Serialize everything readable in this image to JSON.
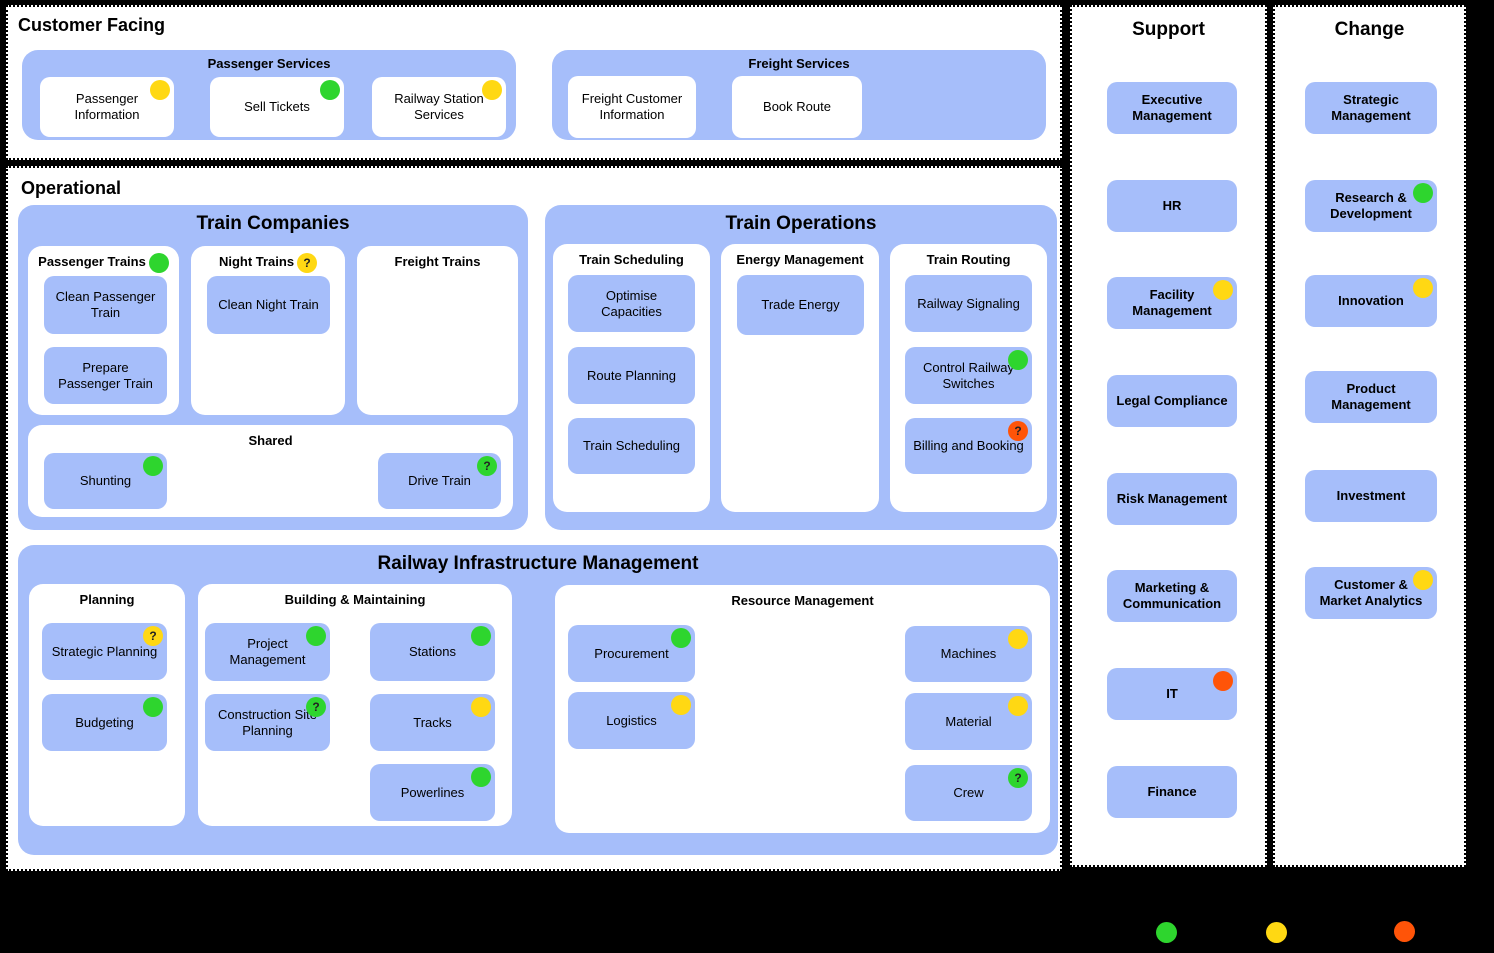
{
  "colors": {
    "background": "#000000",
    "panel_white": "#ffffff",
    "container_blue": "#a6befa",
    "status_green": "#2ed52e",
    "status_yellow": "#ffd813",
    "status_orange": "#ff5408"
  },
  "icons": {
    "question_mark": "?"
  },
  "customer_facing": {
    "title": "Customer Facing",
    "passenger_services": {
      "title": "Passenger Services",
      "cards": [
        {
          "label": "Passenger Information",
          "status": "yellow"
        },
        {
          "label": "Sell Tickets",
          "status": "green"
        },
        {
          "label": "Railway Station Services",
          "status": "yellow"
        }
      ]
    },
    "freight_services": {
      "title": "Freight Services",
      "cards": [
        {
          "label": "Freight Customer Information"
        },
        {
          "label": "Book Route"
        }
      ]
    }
  },
  "operational": {
    "title": "Operational",
    "train_companies": {
      "title": "Train Companies",
      "passenger_trains": {
        "title": "Passenger Trains",
        "status": "green",
        "cards": [
          {
            "label": "Clean Passenger Train"
          },
          {
            "label": "Prepare Passenger Train"
          }
        ]
      },
      "night_trains": {
        "title": "Night Trains",
        "status": "yellow",
        "question": true,
        "cards": [
          {
            "label": "Clean Night Train"
          }
        ]
      },
      "freight_trains": {
        "title": "Freight Trains",
        "cards": []
      },
      "shared": {
        "title": "Shared",
        "cards": [
          {
            "label": "Shunting",
            "status": "green"
          },
          {
            "label": "Drive Train",
            "status": "green",
            "question": true
          }
        ]
      }
    },
    "train_operations": {
      "title": "Train Operations",
      "train_scheduling": {
        "title": "Train Scheduling",
        "cards": [
          {
            "label": "Optimise Capacities"
          },
          {
            "label": "Route Planning"
          },
          {
            "label": "Train Scheduling"
          }
        ]
      },
      "energy_management": {
        "title": "Energy Management",
        "cards": [
          {
            "label": "Trade Energy"
          }
        ]
      },
      "train_routing": {
        "title": "Train Routing",
        "cards": [
          {
            "label": "Railway Signaling"
          },
          {
            "label": "Control Railway Switches",
            "status": "green"
          },
          {
            "label": "Billing and Booking",
            "status": "orange",
            "question": true
          }
        ]
      }
    },
    "railway_infrastructure": {
      "title": "Railway Infrastructure Management",
      "planning": {
        "title": "Planning",
        "cards": [
          {
            "label": "Strategic Planning",
            "status": "yellow",
            "question": true
          },
          {
            "label": "Budgeting",
            "status": "green"
          }
        ]
      },
      "building_maintaining": {
        "title": "Building & Maintaining",
        "cards": [
          {
            "label": "Project Management",
            "status": "green"
          },
          {
            "label": "Construction Site Planning",
            "status": "green",
            "question": true
          },
          {
            "label": "Stations",
            "status": "green"
          },
          {
            "label": "Tracks",
            "status": "yellow"
          },
          {
            "label": "Powerlines",
            "status": "green"
          }
        ]
      },
      "resource_management": {
        "title": "Resource Management",
        "cards": [
          {
            "label": "Procurement",
            "status": "green"
          },
          {
            "label": "Logistics",
            "status": "yellow"
          },
          {
            "label": "Machines",
            "status": "yellow"
          },
          {
            "label": "Material",
            "status": "yellow"
          },
          {
            "label": "Crew",
            "status": "green",
            "question": true
          }
        ]
      }
    }
  },
  "support": {
    "title": "Support",
    "cards": [
      {
        "label": "Executive Management"
      },
      {
        "label": "HR"
      },
      {
        "label": "Facility Management",
        "status": "yellow"
      },
      {
        "label": "Legal Compliance"
      },
      {
        "label": "Risk Management"
      },
      {
        "label": "Marketing & Communication"
      },
      {
        "label": "IT",
        "status": "orange"
      },
      {
        "label": "Finance"
      }
    ]
  },
  "change": {
    "title": "Change",
    "cards": [
      {
        "label": "Strategic Management"
      },
      {
        "label": "Research & Development",
        "status": "green"
      },
      {
        "label": "Innovation",
        "status": "yellow"
      },
      {
        "label": "Product Management"
      },
      {
        "label": "Investment"
      },
      {
        "label": "Customer & Market Analytics",
        "status": "yellow"
      }
    ]
  },
  "legend": {
    "dots": [
      {
        "status": "green"
      },
      {
        "status": "yellow"
      },
      {
        "status": "orange"
      }
    ]
  }
}
